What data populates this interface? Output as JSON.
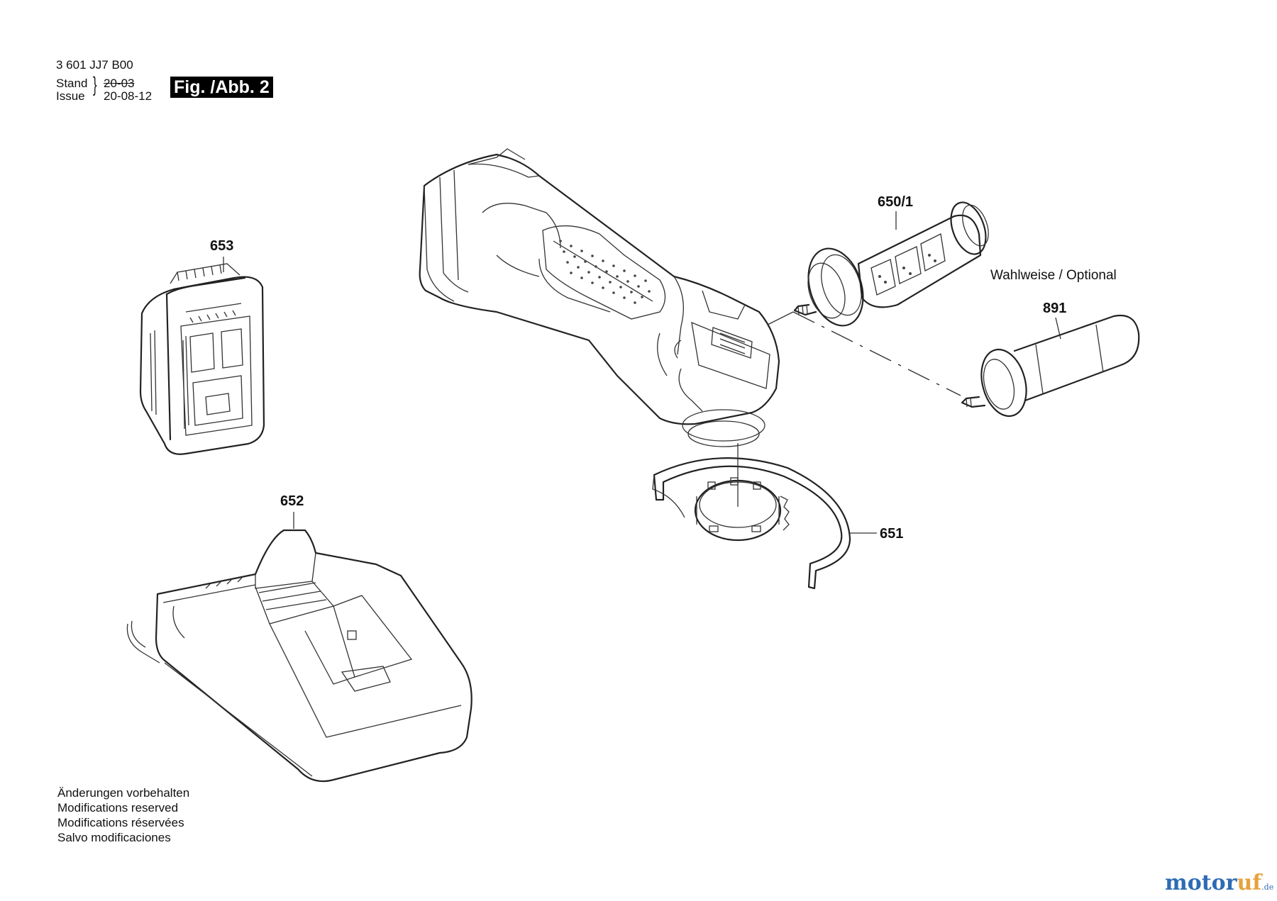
{
  "header": {
    "article_number": "3 601 JJ7 B00",
    "stand_label": "Stand",
    "stand_value": "20-03",
    "issue_label": "Issue",
    "issue_value": "20-08-12",
    "figure_badge": "Fig. /Abb. 2"
  },
  "parts": {
    "battery": "653",
    "charger": "652",
    "guard": "651",
    "aux_handle": "650/1",
    "optional_handle": "891"
  },
  "optional_note": "Wahlweise / Optional",
  "disclaimer": [
    "Änderungen vorbehalten",
    "Modifications reserved",
    "Modifications réservées",
    "Salvo modificaciones"
  ],
  "brand": {
    "name_primary": "motor",
    "name_accent": "uf",
    "suffix": ".de",
    "color_primary": "#2d6bb5",
    "color_accent": "#e6a23c"
  }
}
